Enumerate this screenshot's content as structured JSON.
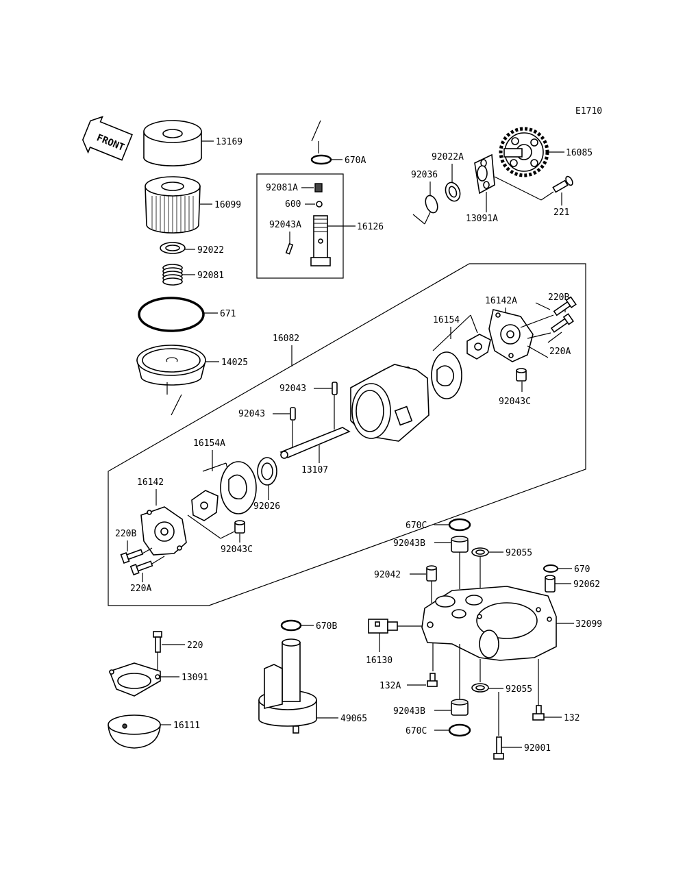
{
  "diagram_code": "E1710",
  "front_badge": "FRONT",
  "labels": {
    "p13169": "13169",
    "p16099": "16099",
    "p92022": "92022",
    "p92081": "92081",
    "p671": "671",
    "p14025": "14025",
    "p670A": "670A",
    "p92081A": "92081A",
    "p600": "600",
    "p92043A": "92043A",
    "p16126": "16126",
    "p92022A": "92022A",
    "p92036": "92036",
    "p13091A": "13091A",
    "p16085": "16085",
    "p221": "221",
    "p16142A": "16142A",
    "p220B_top": "220B",
    "p16154": "16154",
    "p220A_top": "220A",
    "p92043C_top": "92043C",
    "p16082": "16082",
    "p92043_a": "92043",
    "p92043_b": "92043",
    "p16154A": "16154A",
    "p13107": "13107",
    "p16142": "16142",
    "p92026": "92026",
    "p220B_bot": "220B",
    "p92043C_bot": "92043C",
    "p220A_bot": "220A",
    "p670C_top": "670C",
    "p92043B_top": "92043B",
    "p92055_top": "92055",
    "p670": "670",
    "p92042": "92042",
    "p92062": "92062",
    "p32099": "32099",
    "p16130": "16130",
    "p132A": "132A",
    "p92055_bot": "92055",
    "p92043B_bot": "92043B",
    "p670C_bot": "670C",
    "p132": "132",
    "p92001": "92001",
    "p670B": "670B",
    "p49065": "49065",
    "p220": "220",
    "p13091": "13091",
    "p16111": "16111"
  }
}
